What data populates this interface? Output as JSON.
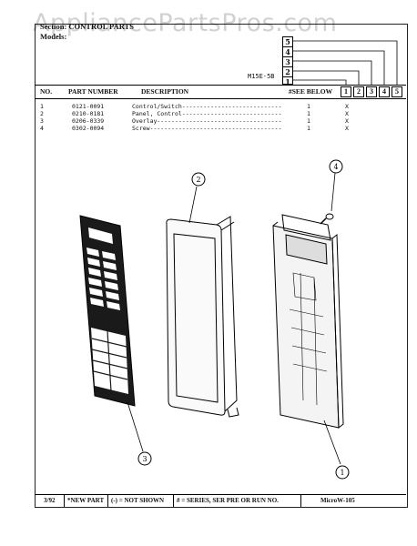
{
  "watermark": "AppliancePartsPros.com",
  "section_title": "Section: CONTROL PARTS",
  "models_label": "Models:",
  "model_name": "M15E-5B",
  "series_boxes": [
    "5",
    "4",
    "3",
    "2",
    "1"
  ],
  "header": {
    "no": "NO.",
    "part_number": "PART NUMBER",
    "description": "DESCRIPTION",
    "see_below": "#SEE BELOW",
    "cols": [
      "1",
      "2",
      "3",
      "4",
      "5"
    ]
  },
  "rows": [
    {
      "no": "1",
      "part": "0121-0091",
      "desc": "Control/Switch----------------------------",
      "qty": "1",
      "mark": "X"
    },
    {
      "no": "2",
      "part": "0210-0181",
      "desc": "Panel, Control----------------------------",
      "qty": "1",
      "mark": "X"
    },
    {
      "no": "3",
      "part": "0206-0339",
      "desc": "Overlay-----------------------------------",
      "qty": "1",
      "mark": "X"
    },
    {
      "no": "4",
      "part": "0302-0094",
      "desc": "Screw-------------------------------------",
      "qty": "1",
      "mark": "X"
    }
  ],
  "callouts": [
    "1",
    "2",
    "3",
    "4"
  ],
  "footer": {
    "date": "3/92",
    "new_part": "*NEW PART",
    "not_shown": "(-) = NOT SHOWN",
    "series": "# = SERIES, SER PRE OR RUN NO.",
    "model": "MicroW-105"
  }
}
